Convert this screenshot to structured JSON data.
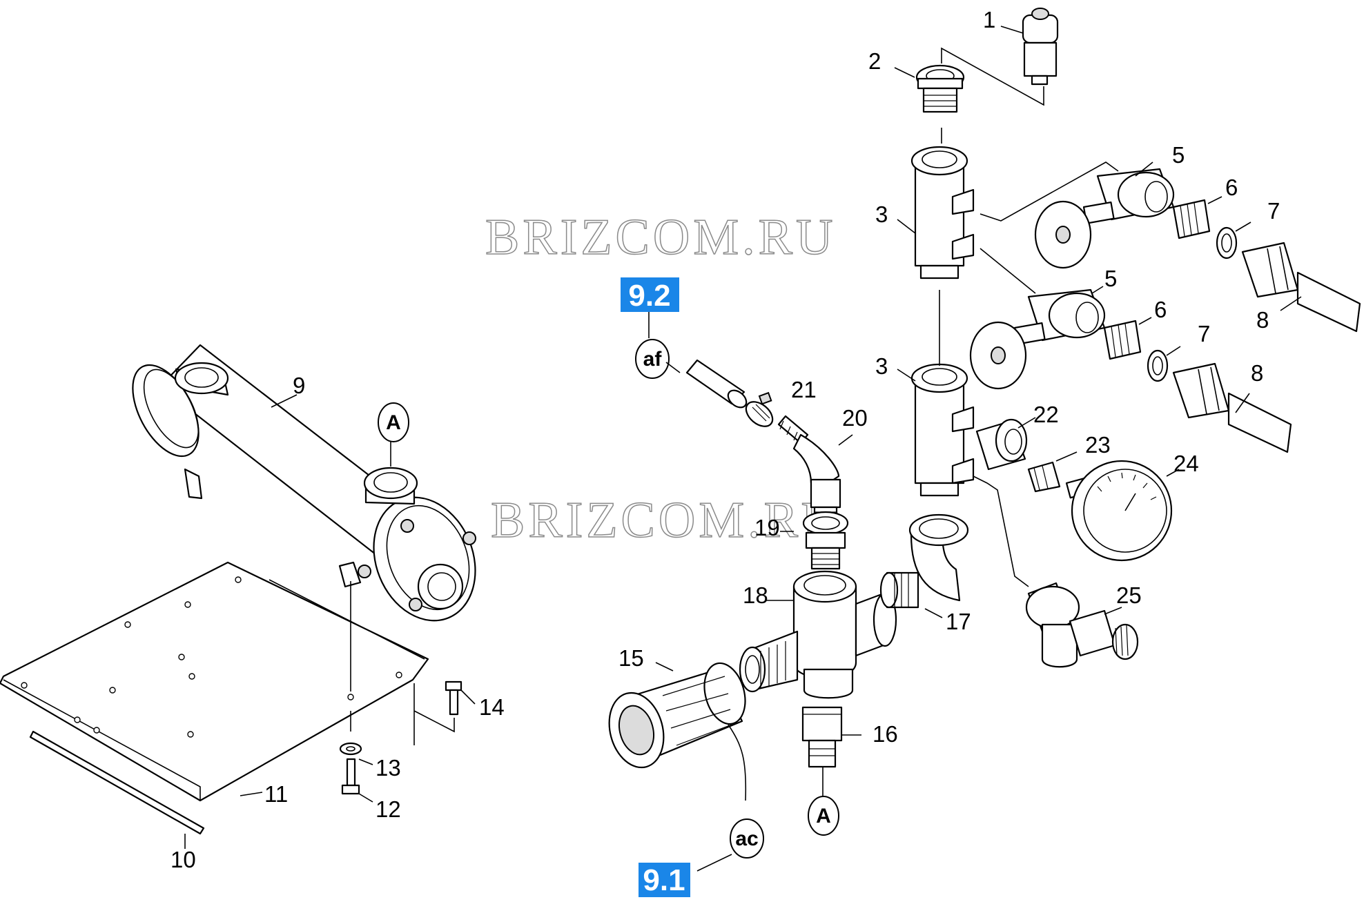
{
  "watermark": [
    "BRIZCOM.RU",
    "BRIZCOM.RU"
  ],
  "page_refs": [
    "9.2",
    "9.1"
  ],
  "connector_tags": [
    "af",
    "ac",
    "A",
    "A"
  ],
  "callouts": [
    "1",
    "2",
    "3",
    "3",
    "5",
    "5",
    "6",
    "6",
    "7",
    "7",
    "8",
    "8",
    "9",
    "10",
    "11",
    "12",
    "13",
    "14",
    "15",
    "16",
    "17",
    "18",
    "19",
    "20",
    "21",
    "22",
    "23",
    "24",
    "25"
  ]
}
